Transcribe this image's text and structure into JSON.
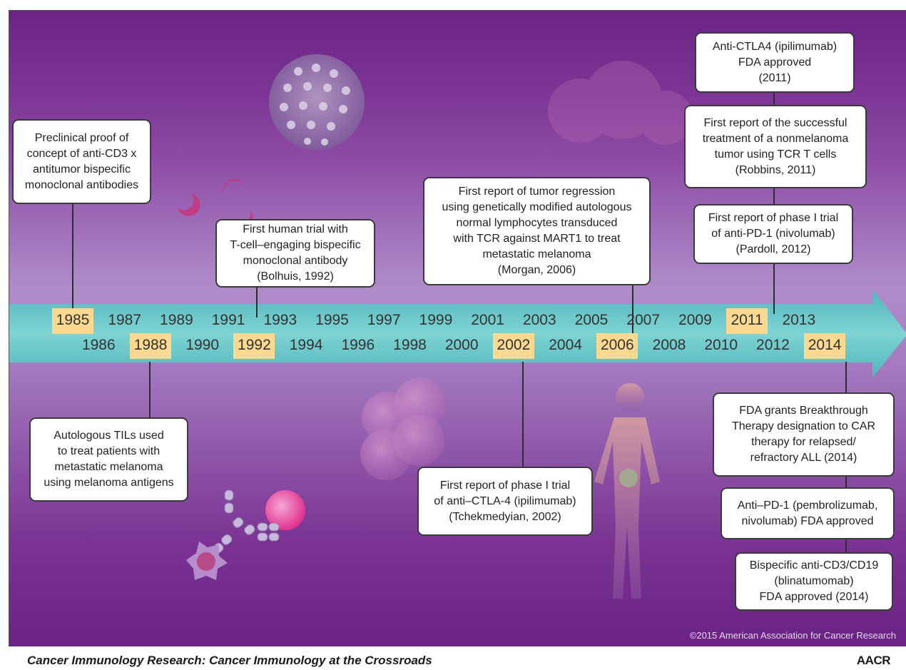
{
  "caption": "Cancer Immunology Research: Cancer Immunology at the Crossroads",
  "logo": "AACR",
  "copyright": "©2015 American Association for Cancer Research",
  "colors": {
    "background": "#7a3a96",
    "arrow": "#5cc0c4",
    "highlight": "#fcd98e"
  },
  "timeline": {
    "years_top": [
      "1985",
      "1987",
      "1989",
      "1991",
      "1993",
      "1995",
      "1997",
      "1999",
      "2001",
      "2003",
      "2005",
      "2007",
      "2009",
      "2011",
      "2013"
    ],
    "years_bottom": [
      "1986",
      "1988",
      "1990",
      "1992",
      "1994",
      "1996",
      "1998",
      "2000",
      "2002",
      "2004",
      "2006",
      "2008",
      "2010",
      "2012",
      "2014"
    ],
    "highlighted": [
      "1985",
      "1988",
      "1992",
      "2002",
      "2006",
      "2011",
      "2014"
    ]
  },
  "events": [
    {
      "year": "1985",
      "text": "Preclinical proof of\nconcept of anti-CD3 x\nantitumor bispecific\nmonoclonal antibodies"
    },
    {
      "year": "1988",
      "text": "Autologous TILs used\nto treat patients with\nmetastatic melanoma\nusing melanoma antigens"
    },
    {
      "year": "1992",
      "text": "First human trial with\nT-cell–engaging bispecific\nmonoclonal antibody\n(Bolhuis, 1992)"
    },
    {
      "year": "2002",
      "text": "First report of phase I trial\nof anti–CTLA-4 (ipilimumab)\n(Tchekmedyian, 2002)"
    },
    {
      "year": "2006",
      "text": "First report of tumor regression\nusing genetically modified autologous\nnormal lymphocytes transduced\nwith TCR against MART1 to treat\nmetastatic melanoma\n(Morgan, 2006)"
    },
    {
      "year": "2011",
      "text": "Anti-CTLA4 (ipilimumab)\nFDA approved\n(2011)"
    },
    {
      "year": "2011",
      "text": "First report of the successful\ntreatment of a nonmelanoma\ntumor using TCR T cells\n(Robbins, 2011)"
    },
    {
      "year": "2011",
      "text": "First report of phase I trial\nof anti-PD-1 (nivolumab)\n(Pardoll, 2012)"
    },
    {
      "year": "2014",
      "text": "FDA grants Breakthrough\nTherapy designation to CAR\ntherapy for relapsed/\nrefractory ALL (2014)"
    },
    {
      "year": "2014",
      "text": "Anti–PD-1 (pembrolizumab,\nnivolumab) FDA approved"
    },
    {
      "year": "2014",
      "text": "Bispecific anti-CD3/CD19\n(blinatumomab)\nFDA approved (2014)"
    }
  ]
}
